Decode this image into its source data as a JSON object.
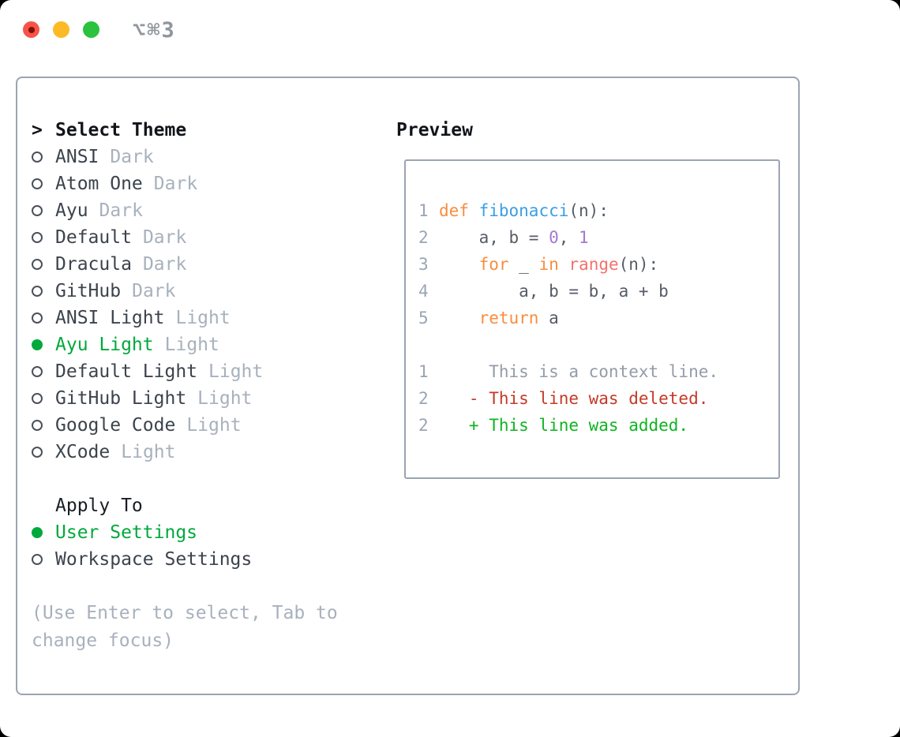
{
  "window": {
    "title": "⌥⌘3"
  },
  "colors": {
    "accent_green": "#00a93c",
    "traffic_red": "#f8534a",
    "traffic_yellow": "#fcba27",
    "traffic_green": "#2bc23e",
    "border_gray": "#9aa5b1",
    "muted_gray": "#a7b1bd",
    "syntax_keyword_orange": "#f98d3e",
    "syntax_function_blue": "#3a9ee6",
    "syntax_special_red": "#f5716d",
    "syntax_number_purple": "#a37acc",
    "diff_deleted_red": "#c43a28",
    "diff_added_green": "#10b422"
  },
  "theme_panel": {
    "header_prefix": ">",
    "header": "Select Theme",
    "themes": [
      {
        "name": "ANSI",
        "variant": "Dark",
        "selected": false
      },
      {
        "name": "Atom One",
        "variant": "Dark",
        "selected": false
      },
      {
        "name": "Ayu",
        "variant": "Dark",
        "selected": false
      },
      {
        "name": "Default",
        "variant": "Dark",
        "selected": false
      },
      {
        "name": "Dracula",
        "variant": "Dark",
        "selected": false
      },
      {
        "name": "GitHub",
        "variant": "Dark",
        "selected": false
      },
      {
        "name": "ANSI Light",
        "variant": "Light",
        "selected": false
      },
      {
        "name": "Ayu Light",
        "variant": "Light",
        "selected": true
      },
      {
        "name": "Default Light",
        "variant": "Light",
        "selected": false
      },
      {
        "name": "GitHub Light",
        "variant": "Light",
        "selected": false
      },
      {
        "name": "Google Code",
        "variant": "Light",
        "selected": false
      },
      {
        "name": "XCode",
        "variant": "Light",
        "selected": false
      }
    ],
    "apply_to": {
      "header": "Apply To",
      "options": [
        {
          "name": "User Settings",
          "selected": true
        },
        {
          "name": "Workspace Settings",
          "selected": false
        }
      ]
    },
    "hint": "(Use Enter to select, Tab to change focus)"
  },
  "preview": {
    "header": "Preview",
    "code_lines": [
      {
        "num": "1",
        "segments": [
          {
            "t": "def",
            "s": "kw"
          },
          {
            "t": " ",
            "s": "pl"
          },
          {
            "t": "fibonacci",
            "s": "fn"
          },
          {
            "t": "(n):",
            "s": "pl"
          }
        ]
      },
      {
        "num": "2",
        "segments": [
          {
            "t": "    a, b = ",
            "s": "pl"
          },
          {
            "t": "0",
            "s": "nm"
          },
          {
            "t": ", ",
            "s": "pl"
          },
          {
            "t": "1",
            "s": "nm"
          }
        ]
      },
      {
        "num": "3",
        "segments": [
          {
            "t": "    ",
            "s": "pl"
          },
          {
            "t": "for",
            "s": "kw"
          },
          {
            "t": " _ ",
            "s": "pl"
          },
          {
            "t": "in",
            "s": "kw"
          },
          {
            "t": " ",
            "s": "pl"
          },
          {
            "t": "range",
            "s": "sp"
          },
          {
            "t": "(n):",
            "s": "pl"
          }
        ]
      },
      {
        "num": "4",
        "segments": [
          {
            "t": "        a, b = b, a + b",
            "s": "pl"
          }
        ]
      },
      {
        "num": "5",
        "segments": [
          {
            "t": "    ",
            "s": "pl"
          },
          {
            "t": "return",
            "s": "kw"
          },
          {
            "t": " a",
            "s": "pl"
          }
        ]
      }
    ],
    "diff_lines": [
      {
        "num": "1",
        "kind": "context",
        "text": "     This is a context line."
      },
      {
        "num": "2",
        "kind": "deleted",
        "text": "   - This line was deleted."
      },
      {
        "num": "2",
        "kind": "added",
        "text": "   + This line was added."
      }
    ]
  }
}
